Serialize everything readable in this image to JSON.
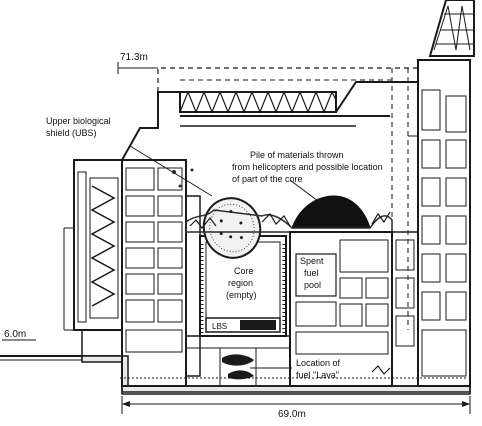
{
  "labels": {
    "ubs_line1": "Upper biological",
    "ubs_line2": "shield (UBS)",
    "pile_line1": "Pile of materials thrown",
    "pile_line2": "from helicopters and possible location",
    "pile_line3": "of part of the core",
    "core_line1": "Core",
    "core_line2": "region",
    "core_line3": "(empty)",
    "spent_line1": "Spent",
    "spent_line2": "fuel",
    "spent_line3": "pool",
    "lbs": "LBS",
    "lava_line1": "Location of",
    "lava_line2": "fuel \"Lava\""
  },
  "dimensions": {
    "top_elevation": "71.3m",
    "ground_elevation": "6.0m",
    "width": "69.0m"
  },
  "colors": {
    "ink": "#1a1a1a",
    "paper": "#ffffff",
    "debris": "#2b2b2b",
    "pile": "#111111"
  }
}
